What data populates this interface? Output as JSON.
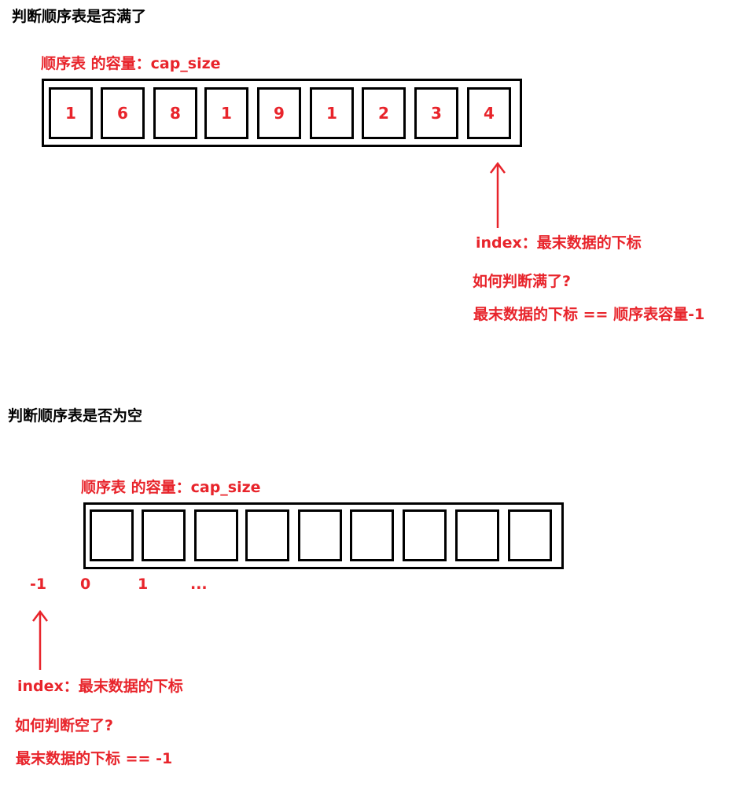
{
  "colors": {
    "accent": "#e8242b",
    "text": "#000000"
  },
  "section_full": {
    "title": "判断顺序表是否满了",
    "capacity_label": "顺序表 的容量：cap_size",
    "cells": [
      "1",
      "6",
      "8",
      "1",
      "9",
      "1",
      "2",
      "3",
      "4"
    ],
    "index_label": "index：最末数据的下标",
    "question": "如何判断满了?",
    "condition": "最末数据的下标 == 顺序表容量-1"
  },
  "section_empty": {
    "title": "判断顺序表是否为空",
    "capacity_label": "顺序表 的容量：cap_size",
    "cells": [
      "",
      "",
      "",
      "",
      "",
      "",
      "",
      "",
      ""
    ],
    "indices": [
      "-1",
      "0",
      "1",
      "..."
    ],
    "index_label": "index：最末数据的下标",
    "question": "如何判断空了?",
    "condition": "最末数据的下标 ==  -1"
  }
}
